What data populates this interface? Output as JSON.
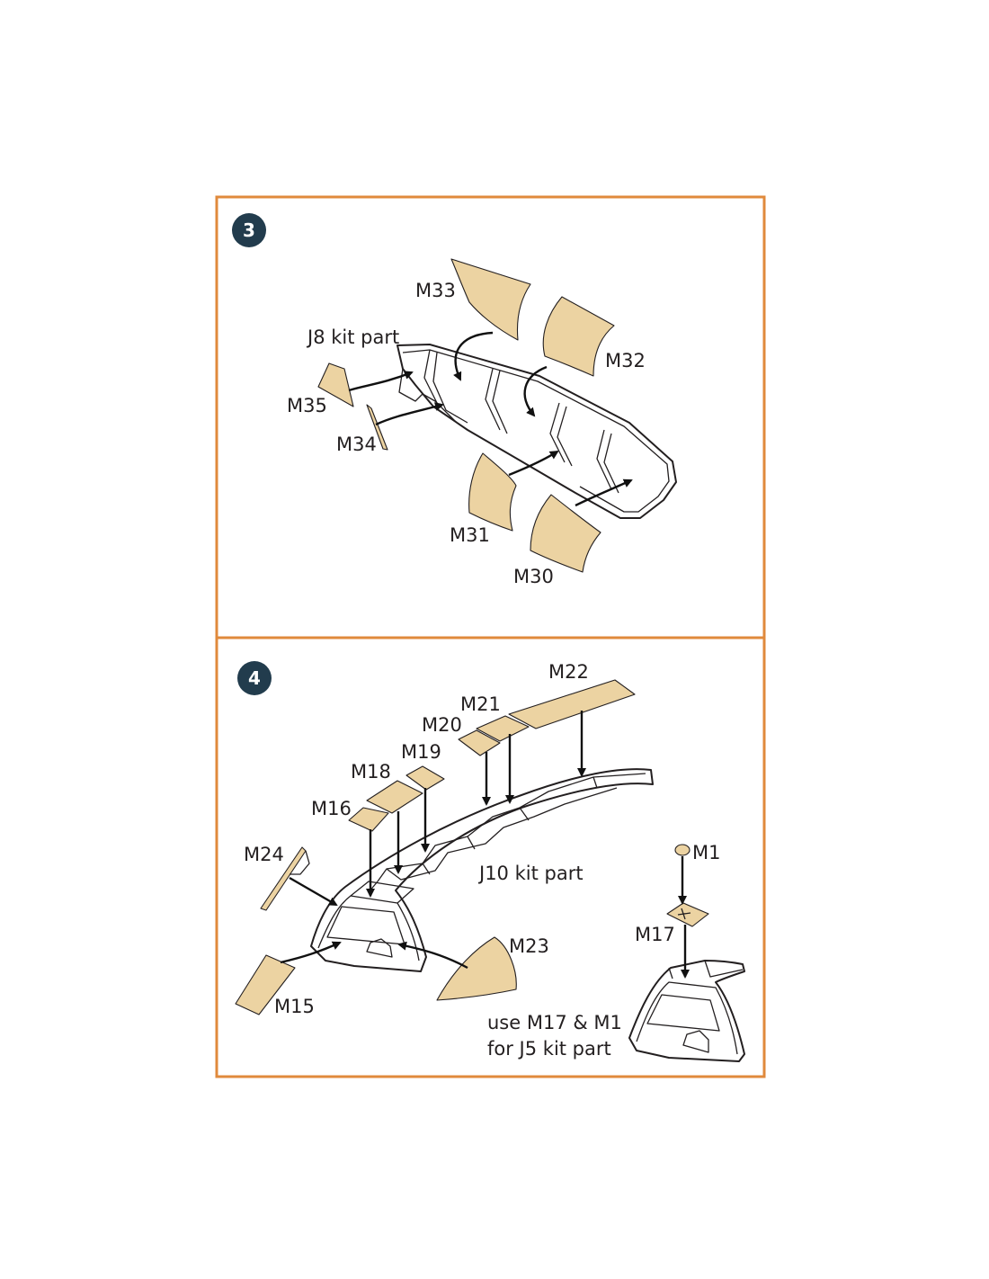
{
  "colors": {
    "frame": "#e08a3c",
    "mask": "#ecd3a2",
    "step_badge": "#223c4d",
    "ink": "#231f20"
  },
  "steps": [
    {
      "number": "3",
      "labels": {
        "m33": "M33",
        "m32": "M32",
        "m35": "M35",
        "m34": "M34",
        "m31": "M31",
        "m30": "M30",
        "kit_part": "J8 kit part"
      }
    },
    {
      "number": "4",
      "labels": {
        "m22": "M22",
        "m21": "M21",
        "m20": "M20",
        "m19": "M19",
        "m18": "M18",
        "m16": "M16",
        "m24": "M24",
        "m23": "M23",
        "m15": "M15",
        "m1": "M1",
        "m17": "M17",
        "kit_part": "J10 kit part",
        "note_line1": "use M17 & M1",
        "note_line2": "for J5 kit part"
      }
    }
  ]
}
